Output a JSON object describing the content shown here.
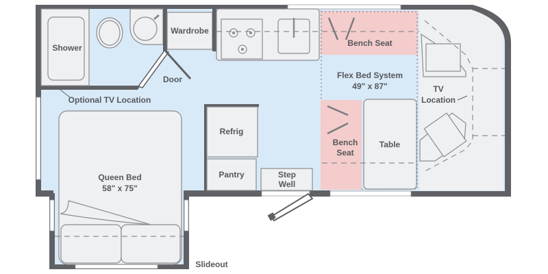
{
  "floorplan": {
    "labels": {
      "shower": "Shower",
      "wardrobe": "Wardrobe",
      "door": "Door",
      "optional_tv": "Optional TV Location",
      "refrig": "Refrig",
      "pantry": "Pantry",
      "step_well_1": "Step",
      "step_well_2": "Well",
      "queen_bed_1": "Queen Bed",
      "queen_bed_2": "58\" x 75\"",
      "slideout": "Slideout",
      "bench_seat_top": "Bench Seat",
      "flex_bed_1": "Flex Bed System",
      "flex_bed_2": "49\" x 87\"",
      "bench_seat_bottom_1": "Bench",
      "bench_seat_bottom_2": "Seat",
      "table": "Table",
      "tv_location_1": "TV",
      "tv_location_2": "Location"
    },
    "colors": {
      "wall": "#606165",
      "floor": "#d8e9f7",
      "bench": "#f3cccb",
      "fixture": "#eff0f1"
    }
  }
}
